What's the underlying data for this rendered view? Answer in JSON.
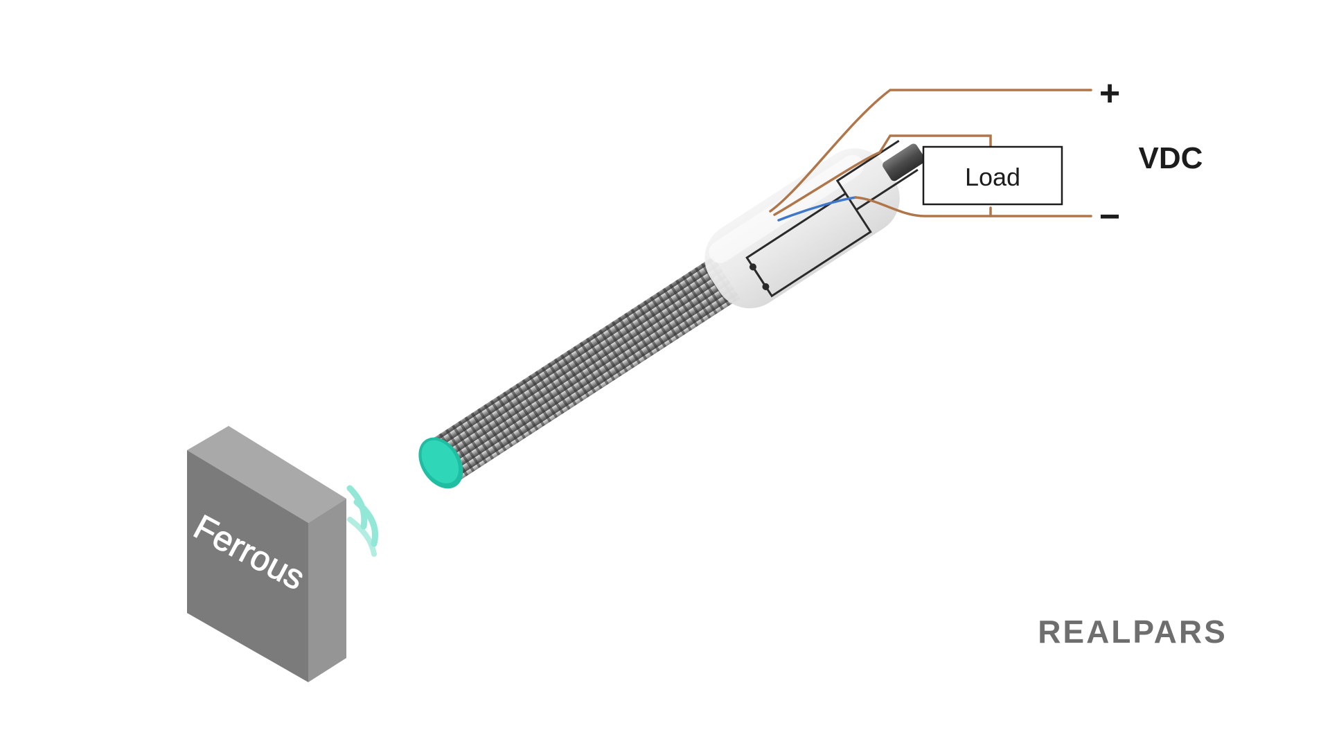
{
  "block": {
    "label": "Ferrous"
  },
  "circuit": {
    "load_label": "Load",
    "plus_label": "+",
    "minus_label": "−",
    "supply_label": "VDC"
  },
  "brand": {
    "logo_text": "REALPARS"
  },
  "colors": {
    "background": "#ffffff",
    "block_front": "#7b7b7b",
    "block_top": "#a9a9a9",
    "block_side": "#959595",
    "sensor_face": "#22c9ad",
    "signal_waves": "#7fe3cf",
    "brown_wire": "#b0764a",
    "blue_wire": "#3f78c8",
    "logo": "#6e6e6e",
    "text": "#1c1c1c"
  },
  "icons": [
    "inductive-sensor-icon",
    "ferrous-block-icon",
    "signal-wave-icon"
  ]
}
